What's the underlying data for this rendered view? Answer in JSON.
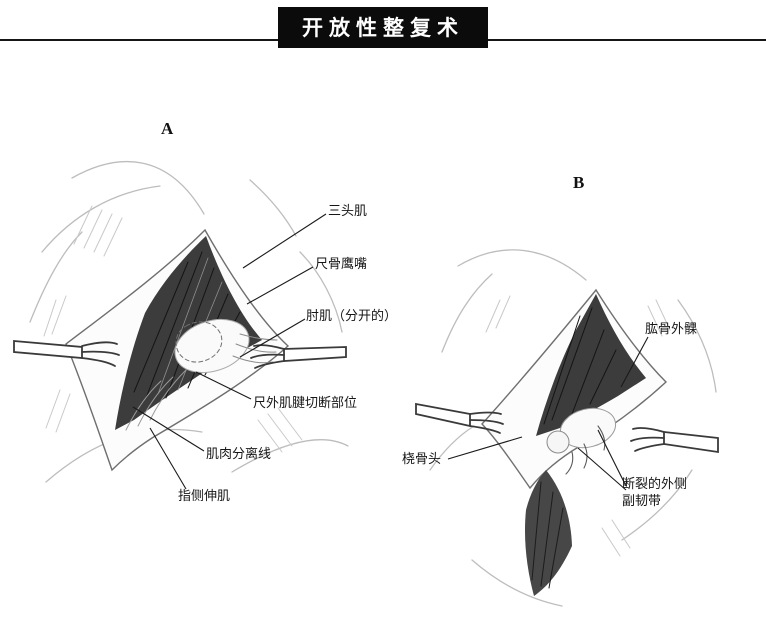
{
  "page": {
    "title": "开放性整复术"
  },
  "figures": {
    "a": {
      "label": "A",
      "annotations": {
        "triceps": "三头肌",
        "olecranon": "尺骨鹰嘴",
        "anconeus_split": "肘肌（分开的）",
        "ecu_tenotomy_site": "尺外肌腱切断部位",
        "muscle_separation_line": "肌肉分离线",
        "extensor_digitorum": "指侧伸肌"
      }
    },
    "b": {
      "label": "B",
      "annotations": {
        "lateral_epicondyle": "肱骨外髁",
        "radial_head": "桡骨头",
        "ruptured_lateral_collateral_ligament": "断裂的外侧副韧带"
      }
    }
  }
}
